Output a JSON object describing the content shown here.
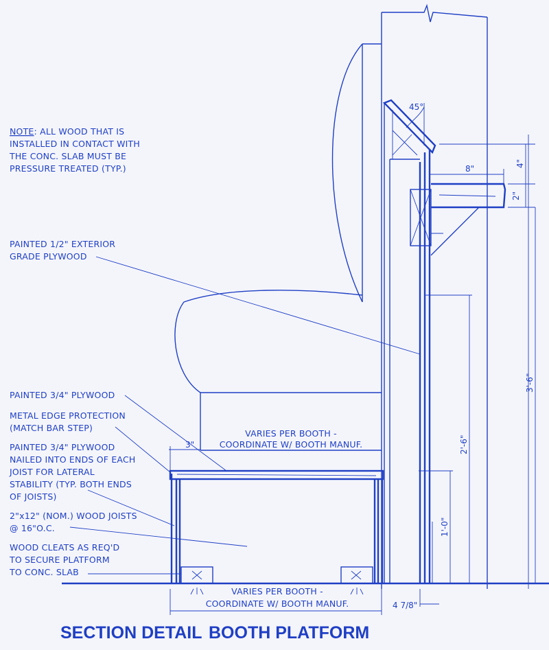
{
  "note": {
    "label": "NOTE",
    "lines": [
      ":  ALL WOOD THAT IS",
      "INSTALLED IN CONTACT WITH",
      "THE CONC. SLAB MUST BE",
      "PRESSURE TREATED (TYP.)"
    ]
  },
  "callouts": {
    "plywood_exterior": [
      "PAINTED 1/2\" EXTERIOR",
      "GRADE PLYWOOD"
    ],
    "plywood_top": [
      "PAINTED 3/4\" PLYWOOD"
    ],
    "edge_protection": [
      "METAL EDGE PROTECTION",
      "(MATCH BAR STEP)"
    ],
    "plywood_ends": [
      "PAINTED 3/4\" PLYWOOD",
      "NAILED INTO ENDS OF EACH",
      "JOIST FOR LATERAL",
      "STABILITY (TYP. BOTH ENDS",
      "OF JOISTS)"
    ],
    "joists": [
      "2\"x12\" (NOM.) WOOD JOISTS",
      "@ 16\"O.C."
    ],
    "cleats": [
      "WOOD CLEATS AS REQ'D",
      "TO SECURE PLATFORM",
      "TO CONC. SLAB"
    ]
  },
  "varies": {
    "upper": [
      "VARIES PER BOOTH -",
      "COORDINATE W/ BOOTH MANUF."
    ],
    "lower": [
      "VARIES PER BOOTH -",
      "COORDINATE W/ BOOTH MANUF."
    ]
  },
  "dimensions": {
    "angle": "45°",
    "shelf_depth": "8\"",
    "top_height": "4\"",
    "shelf_thickness": "2\"",
    "overhang": "3\"",
    "total_height": "3'-6\"",
    "wall_height": "2'-6\"",
    "platform_height": "1'-0\"",
    "wall_thickness": "4 7/8\""
  },
  "title": {
    "part1": "SECTION DETAIL",
    "part2": "BOOTH PLATFORM"
  }
}
